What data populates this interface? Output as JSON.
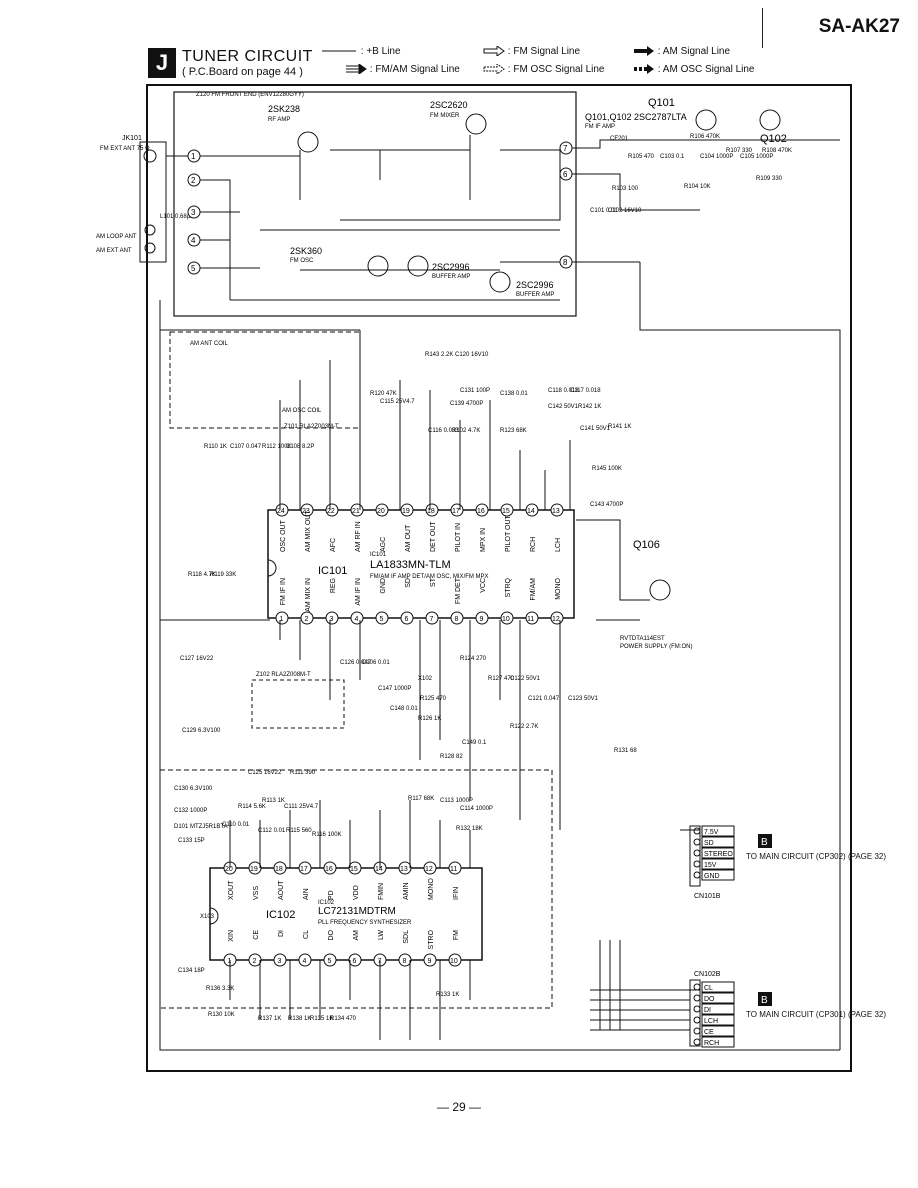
{
  "header": {
    "model": "SA-AK27",
    "section_letter": "J",
    "title": "TUNER CIRCUIT",
    "subtitle": "( P.C.Board on page 44 )"
  },
  "legend": [
    {
      "symbol": "solid-line",
      "label": ": +B Line"
    },
    {
      "symbol": "hollow-arrow",
      "label": ": FM Signal Line"
    },
    {
      "symbol": "solid-arrow",
      "label": ": AM Signal Line"
    },
    {
      "symbol": "double-arrow",
      "label": ": FM/AM Signal Line"
    },
    {
      "symbol": "dotted-arrow",
      "label": ": FM OSC Signal Line"
    },
    {
      "symbol": "dashed-arrow",
      "label": ": AM OSC Signal Line"
    }
  ],
  "front_end": {
    "label": "Z120 FM FRONT END (ENV12280GYY)"
  },
  "transistors": [
    {
      "part": "2SK238",
      "desc": "RF AMP"
    },
    {
      "part": "2SC2620",
      "desc": "FM MIXER"
    },
    {
      "part": "2SK360",
      "desc": "FM OSC"
    },
    {
      "part": "2SC2996",
      "desc": "BUFFER AMP"
    },
    {
      "part": "2SC2996",
      "desc": "BUFFER AMP"
    },
    {
      "part": "Q101,Q102 2SC2787LTA",
      "desc": "FM IF AMP"
    }
  ],
  "q_labels": {
    "q101": "Q101",
    "q102": "Q102",
    "q106": "Q106"
  },
  "connectors": {
    "jk101": "JK101",
    "fm_ext_ant": "FM EXT ANT 75 Ω",
    "am_loop_ant": "AM LOOP ANT",
    "am_ext_ant": "AM EXT ANT",
    "l101": "L101 0.68μH",
    "cn101b": "CN101B",
    "cn102b": "CN102B"
  },
  "ic101": {
    "ref": "IC101",
    "part": "LA1833MN-TLM",
    "desc": "FM/AM IF AMP\nDET/AM OSC,\nMIX/FM MPX",
    "top_pins": [
      "OSC OUT",
      "AM MIX OUT",
      "AFC",
      "AM RF IN",
      "AGC",
      "AM OUT",
      "DET OUT",
      "PILOT IN",
      "MPX IN",
      "PILOT OUT",
      "RCH",
      "LCH"
    ],
    "top_nums": [
      "24",
      "23",
      "22",
      "21",
      "20",
      "19",
      "18",
      "17",
      "16",
      "15",
      "14",
      "13"
    ],
    "bottom_pins": [
      "FM IF IN",
      "AM MIX IN",
      "REG",
      "AM IF IN",
      "GND",
      "SD",
      "ST",
      "FM DET",
      "VCC",
      "STRQ",
      "FM/AM",
      "MONO"
    ],
    "bottom_nums": [
      "1",
      "2",
      "3",
      "4",
      "5",
      "6",
      "7",
      "8",
      "9",
      "10",
      "11",
      "12"
    ]
  },
  "ic102": {
    "ref": "IC102",
    "part": "LC72131MDTRM",
    "desc": "PLL FREQUENCY\nSYNTHESIZER",
    "top_pins": [
      "XOUT",
      "VSS",
      "AOUT",
      "AIN",
      "PD",
      "VDD",
      "FMIN",
      "AMIN",
      "MONO",
      "IFIN"
    ],
    "top_nums": [
      "20",
      "19",
      "18",
      "17",
      "16",
      "15",
      "14",
      "13",
      "12",
      "11"
    ],
    "bottom_pins": [
      "XIN",
      "CE",
      "DI",
      "CL",
      "DO",
      "AM",
      "LW",
      "SDL",
      "STRO",
      "FM"
    ],
    "bottom_nums": [
      "1",
      "2",
      "3",
      "4",
      "5",
      "6",
      "7",
      "8",
      "9",
      "10"
    ]
  },
  "q106": {
    "part": "RVTDTA114EST",
    "desc": "POWER SUPPLY (FM:ON)"
  },
  "cn101b_pins": [
    "7.5V",
    "SD",
    "STEREO",
    "15V",
    "GND"
  ],
  "cn101b_dest": "TO MAIN CIRCUIT (CP302) (PAGE 32)",
  "cn102b_pins": [
    "CL",
    "DO",
    "DI",
    "LCH",
    "CE",
    "RCH"
  ],
  "cn102b_dest": "TO MAIN CIRCUIT (CP301) (PAGE 32)",
  "dest_letter": "B",
  "coils": {
    "am_ant_coil": "AM ANT COIL",
    "am_osc_coil": "AM OSC COIL",
    "z101": "Z101 RLA2Z003M-T",
    "z102": "Z102 RLA2Z008M-T"
  },
  "components": [
    "R143 2.2K",
    "C120 16V10",
    "R120 47K",
    "C115 25V4.7",
    "C131 100P",
    "C139 4700P",
    "C116 0.033",
    "R102 4.7K",
    "C138 0.01",
    "R123 68K",
    "C118 0.018",
    "C117 0.018",
    "C142 50V1",
    "R142 1K",
    "C141 50V1",
    "R141 1K",
    "R145 100K",
    "C143 4700P",
    "R110 1K",
    "C107 0.047",
    "R112 100K",
    "C108 8.2P",
    "R118 4.7K",
    "R119 33K",
    "C127 16V22",
    "C126 0.047",
    "C106 0.01",
    "C147 1000P",
    "C148 0.01",
    "R125 470",
    "R126 1K",
    "R124 270",
    "X102",
    "R127 470",
    "C122 50V1",
    "C121 0.047",
    "C123 50V1",
    "R122 2.7K",
    "C149 0.1",
    "C129 6.3V100",
    "R128 82",
    "R131 68",
    "C125 16V22",
    "R111 390",
    "C130 6.3V100",
    "C132 1000P",
    "D101 MTZJ5R1BTA",
    "R114 5.6K",
    "R113 1K",
    "C111 25V4.7",
    "C110 0.01",
    "C112 0.01",
    "R115 560",
    "R116 100K",
    "C133 15P",
    "R117 68K",
    "C113 1000P",
    "C114 1000P",
    "R132 18K",
    "X103",
    "C134 18P",
    "R136 3.3K",
    "R130 10K",
    "R137 1K",
    "R138 1K",
    "R135 1K",
    "R134 470",
    "R133 1K",
    "C101 0.01",
    "C102 16V10",
    "R103 100",
    "R104 10K",
    "R105 470",
    "R106 470K",
    "R107 330",
    "R108 470K",
    "R109 330",
    "C103 0.1",
    "C104 1000P",
    "C105 1000P",
    "CF201"
  ],
  "page_number": "— 29 —"
}
